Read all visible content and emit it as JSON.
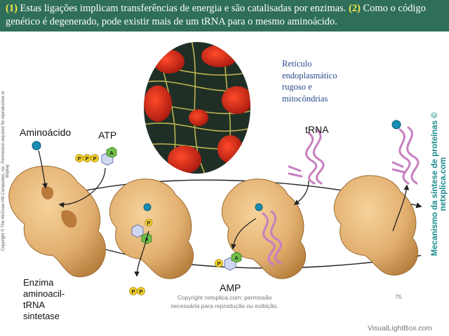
{
  "header": {
    "num1": "(1)",
    "text1": " Estas ligações implicam transferências de energia e são catalisadas por enzimas. ",
    "num2": "(2)",
    "text2": " Como o código genético é degenerado, pode existir mais de um tRNA para o mesmo aminoácido."
  },
  "labels": {
    "aminoacid": "Aminoácido",
    "atp": "ATP",
    "trna": "tRNA",
    "amp": "AMP",
    "enzyme_line1": "Enzima",
    "enzyme_line2": "aminoacil-tRNA",
    "enzyme_line3": "sintetase",
    "reticulo_line1": "Retículo",
    "reticulo_line2": "endoplasmático",
    "reticulo_line3": "rugoso e",
    "reticulo_line4": "mitocôndrias",
    "p": "P",
    "a": "A"
  },
  "side_copyright": "Copyright © The McGraw-Hill Companies, Inc. Permission required for reproduction or display.",
  "vertical_title": "Mecanismo da síntese de proteínas © netxplica.com",
  "footer": {
    "line1": "Copyright netxplica.com: permissão",
    "line2": "necessária para reprodução ou exibição.",
    "page": "75"
  },
  "watermark": "VisualLightBox.com",
  "colors": {
    "header_bg": "#2f6f5a",
    "header_highlight": "#f6e94a",
    "enzyme": "#e2b070",
    "trna": "#c77fc0",
    "amino_ball": "#1a8fb5",
    "phosphate": "#f2d027",
    "adenine": "#6fbf4a",
    "title_teal": "#1a8a8a"
  }
}
